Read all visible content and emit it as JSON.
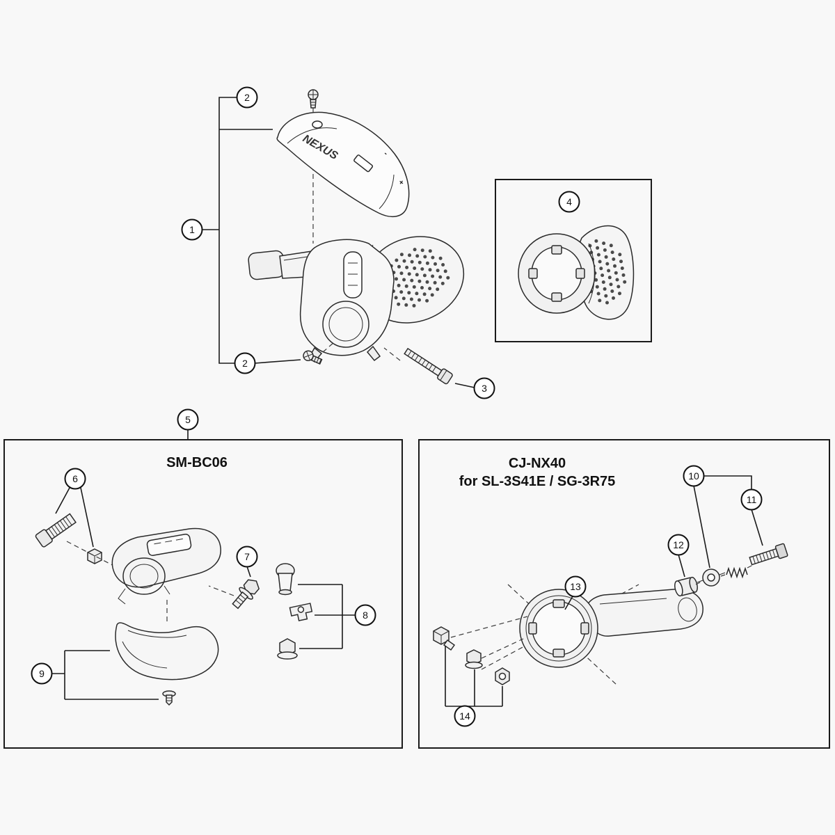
{
  "diagram": {
    "background": "#f8f8f8",
    "line_color": "#1a1a1a"
  },
  "callouts": [
    {
      "n": "1"
    },
    {
      "n": "2"
    },
    {
      "n": "2"
    },
    {
      "n": "3"
    },
    {
      "n": "4"
    },
    {
      "n": "5"
    },
    {
      "n": "6"
    },
    {
      "n": "7"
    },
    {
      "n": "8"
    },
    {
      "n": "9"
    },
    {
      "n": "10"
    },
    {
      "n": "11"
    },
    {
      "n": "12"
    },
    {
      "n": "13"
    },
    {
      "n": "14"
    }
  ],
  "sections": {
    "left_box": {
      "title": "SM-BC06"
    },
    "right_box": {
      "title_line1": "CJ-NX40",
      "title_line2": "for SL-3S41E / SG-3R75"
    }
  },
  "shifter_cover": {
    "brand": "NEXUS",
    "plus": "+",
    "minus": "-"
  }
}
